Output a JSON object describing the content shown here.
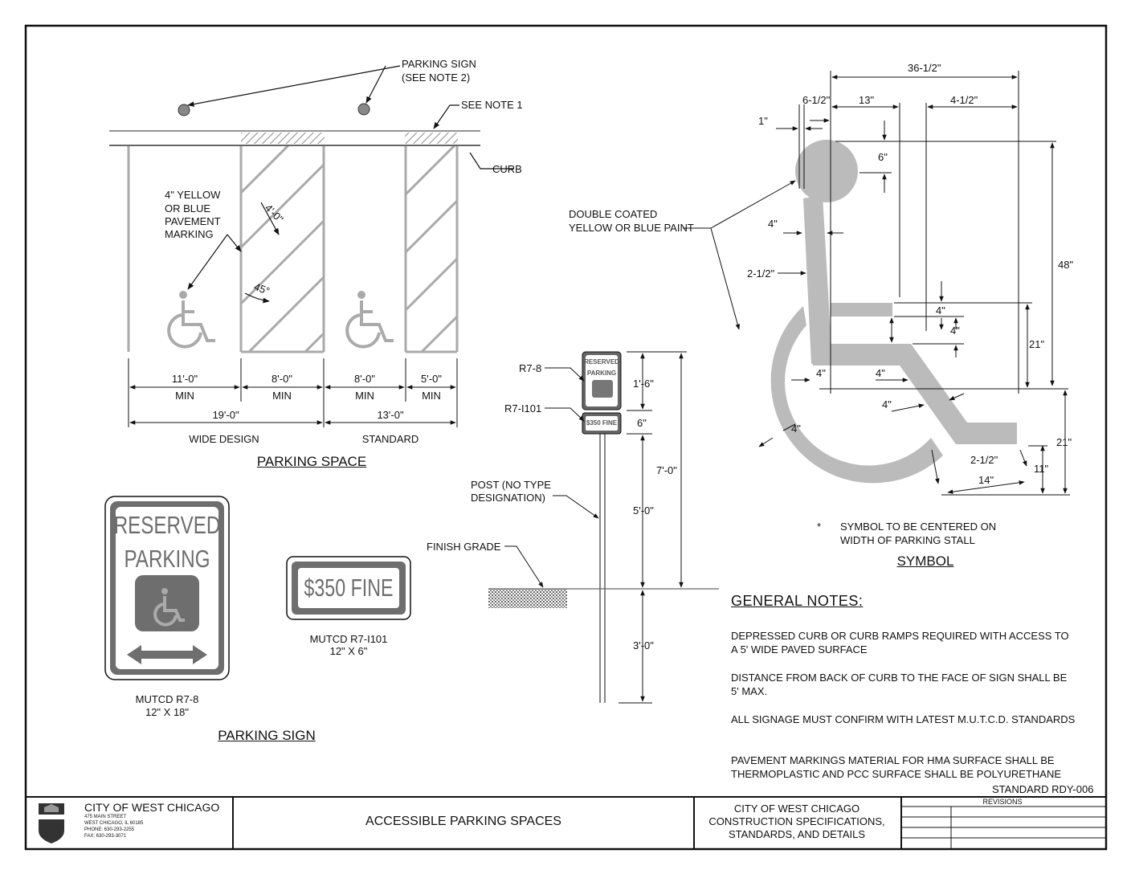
{
  "parking_space": {
    "title": "PARKING SPACE",
    "callouts": {
      "parking_sign_line1": "PARKING SIGN",
      "parking_sign_line2": "(SEE NOTE 2)",
      "see_note1": "SEE NOTE 1",
      "curb": "CURB",
      "marking_line1": "4\" YELLOW",
      "marking_line2": "OR BLUE",
      "marking_line3": "PAVEMENT",
      "marking_line4": "MARKING",
      "stripe_spacing": "4'-0\"",
      "stripe_angle": "45°"
    },
    "dims": {
      "d1": "11'-0\"",
      "d2": "8'-0\"",
      "d3": "8'-0\"",
      "d4": "5'-0\"",
      "min": "MIN",
      "wide_total": "19'-0\"",
      "std_total": "13'-0\"",
      "wide_design": "WIDE DESIGN",
      "standard": "STANDARD"
    }
  },
  "post": {
    "r78": "R7-8",
    "r7i101": "R7-I101",
    "post_line1": "POST (NO TYPE",
    "post_line2": "DESIGNATION)",
    "finish_grade": "FINISH GRADE",
    "dim_sign": "1'-6\"",
    "dim_plate": "6\"",
    "dim_total": "7'-0\"",
    "dim_clear": "5'-0\"",
    "dim_bury": "3'-0\"",
    "mini_reserved": "RESERVED",
    "mini_parking": "PARKING",
    "mini_fine": "$350 FINE"
  },
  "signs": {
    "title": "PARKING SIGN",
    "reserved": "RESERVED",
    "parking": "PARKING",
    "r78_caption1": "MUTCD R7-8",
    "r78_caption2": "12\" X 18\"",
    "fine": "$350 FINE",
    "fine_caption1": "MUTCD R7-I101",
    "fine_caption2": "12\" X 6\""
  },
  "symbol": {
    "title": "SYMBOL",
    "paint_line1": "DOUBLE COATED",
    "paint_line2": "YELLOW OR BLUE PAINT",
    "star": "*",
    "center_line1": "SYMBOL TO BE CENTERED ON",
    "center_line2": "WIDTH OF PARKING STALL",
    "dims": {
      "w_total": "36-1/2\"",
      "w_head_off": "6-1/2\"",
      "w_13": "13\"",
      "w_4half": "4-1/2\"",
      "w_1": "1\"",
      "h_6": "6\"",
      "w_4a": "4\"",
      "w_2half_a": "2-1/2\"",
      "h_48": "48\"",
      "h_4a": "4\"",
      "h_4b": "4\"",
      "h_21a": "21\"",
      "w_4b": "4\"",
      "w_4c": "4\"",
      "w_4d": "4\"",
      "w_4e": "4\"",
      "h_21b": "21\"",
      "w_2half_b": "2-1/2\"",
      "h_11": "11\"",
      "w_14": "14\""
    }
  },
  "notes": {
    "heading": "GENERAL  NOTES:",
    "items": [
      "DEPRESSED CURB OR CURB RAMPS REQUIRED WITH ACCESS TO A 5' WIDE PAVED SURFACE",
      "DISTANCE FROM BACK OF CURB TO THE FACE OF SIGN SHALL BE 5' MAX.",
      "ALL SIGNAGE MUST CONFIRM WITH LATEST M.U.T.C.D. STANDARDS",
      "PAVEMENT MARKINGS MATERIAL FOR HMA SURFACE SHALL BE THERMOPLASTIC AND PCC SURFACE SHALL BE POLYURETHANE"
    ],
    "standard_id": "STANDARD RDY-006"
  },
  "title_block": {
    "city": "CITY OF WEST CHICAGO",
    "address1": "475 MAIN STREET",
    "address2": "WEST CHICAGO, IL 60185",
    "phone": "PHONE: 630-293-2255",
    "fax": "FAX: 630-293-3071",
    "drawing_title": "ACCESSIBLE PARKING SPACES",
    "spec_line1": "CITY OF WEST CHICAGO",
    "spec_line2": "CONSTRUCTION SPECIFICATIONS,",
    "spec_line3": "STANDARDS, AND DETAILS",
    "revisions": "REVISIONS"
  },
  "colors": {
    "symbol_gray": "#b8b8b8",
    "line_gray": "#9a9a9a",
    "sign_dark": "#6e6e6e",
    "ink": "#111111"
  }
}
